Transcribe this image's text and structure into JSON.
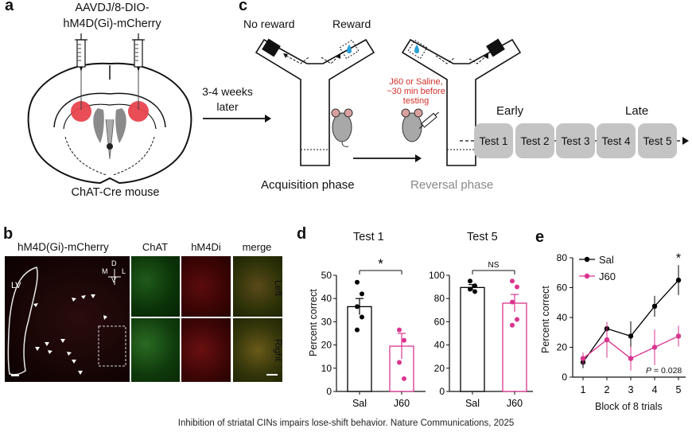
{
  "panel_labels": {
    "a": "a",
    "b": "b",
    "c": "c",
    "d": "d",
    "e": "e"
  },
  "panel_a": {
    "virus_line1": "AAVDJ/8-DIO-",
    "virus_line2": "hM4D(Gi)-mCherry",
    "mouse_label": "ChAT-Cre mouse",
    "interval_line1": "3-4 weeks",
    "interval_line2": "later"
  },
  "panel_c": {
    "no_reward": "No reward",
    "reward": "Reward",
    "drug_note_line1": "J60 or Saline,",
    "drug_note_line2": "~30 min before",
    "drug_note_line3": "testing",
    "acquisition": "Acquisition phase",
    "reversal": "Reversal phase",
    "early": "Early",
    "late": "Late",
    "tests": [
      "Test 1",
      "Test 2",
      "Test 3",
      "Test 4",
      "Test 5"
    ],
    "colors": {
      "drug_note": "#d0302a",
      "reversal_text": "#888888",
      "water_drop": "#2aa0d8"
    }
  },
  "panel_b": {
    "title": "hM4D(Gi)-mCherry",
    "lv": "LV",
    "compass": {
      "d": "D",
      "m": "M",
      "l": "L",
      "v": "V"
    },
    "columns": [
      "ChAT",
      "hM4Di",
      "merge"
    ],
    "rows": [
      "Left",
      "Right"
    ]
  },
  "panel_d": {
    "ylabel": "Percent correct",
    "charts": [
      {
        "title": "Test 1",
        "sig": "*"
      },
      {
        "title": "Test 5",
        "sig": "NS"
      }
    ]
  },
  "panel_e": {
    "ylabel": "Percent correct",
    "xlabel": "Block of 8 trials",
    "legend": [
      "Sal",
      "J60"
    ],
    "pvalue_italic": "P",
    "pvalue_rest": " = 0.028",
    "sig": "*"
  },
  "chart_data": [
    {
      "type": "bar",
      "title": "Test 1",
      "ylabel": "Percent correct",
      "categories": [
        "Sal",
        "J60"
      ],
      "values": [
        36.5,
        19.5
      ],
      "sem": [
        3.5,
        5.5
      ],
      "points": [
        [
          47,
          42,
          36.5,
          32,
          26.5
        ],
        [
          26.5,
          22,
          12.5,
          5.5
        ]
      ],
      "ylim": [
        0,
        50
      ],
      "yticks": [
        0,
        10,
        20,
        30,
        40,
        50
      ],
      "significance": "*",
      "colors": [
        "#000000",
        "#d9358f"
      ]
    },
    {
      "type": "bar",
      "title": "Test 5",
      "ylabel": "",
      "categories": [
        "Sal",
        "J60"
      ],
      "values": [
        89.5,
        76
      ],
      "sem": [
        2.5,
        7.5
      ],
      "points": [
        [
          95,
          91,
          88,
          86
        ],
        [
          95,
          90,
          77,
          62,
          57
        ]
      ],
      "ylim": [
        0,
        100
      ],
      "yticks": [
        0,
        20,
        40,
        60,
        80,
        100
      ],
      "significance": "NS",
      "colors": [
        "#000000",
        "#d9358f"
      ]
    },
    {
      "type": "line",
      "title": "",
      "xlabel": "Block of 8 trials",
      "ylabel": "Percent correct",
      "x": [
        1,
        2,
        3,
        4,
        5
      ],
      "series": [
        {
          "name": "Sal",
          "values": [
            10,
            32.5,
            27.5,
            47.5,
            65
          ],
          "err": [
            4,
            3,
            10,
            7,
            10
          ],
          "color": "#000000"
        },
        {
          "name": "J60",
          "values": [
            12.5,
            25,
            12.5,
            20,
            27.5
          ],
          "err": [
            4,
            12,
            8,
            12,
            7
          ],
          "color": "#d9358f"
        }
      ],
      "ylim": [
        0,
        80
      ],
      "yticks": [
        0,
        20,
        40,
        60,
        80
      ],
      "xticks": [
        1,
        2,
        3,
        4,
        5
      ],
      "annotation": "P = 0.028",
      "significance_at_x": 5
    }
  ],
  "caption": "Inhibition of striatal CINs impairs lose-shift behavior. Nature Communications, 2025"
}
